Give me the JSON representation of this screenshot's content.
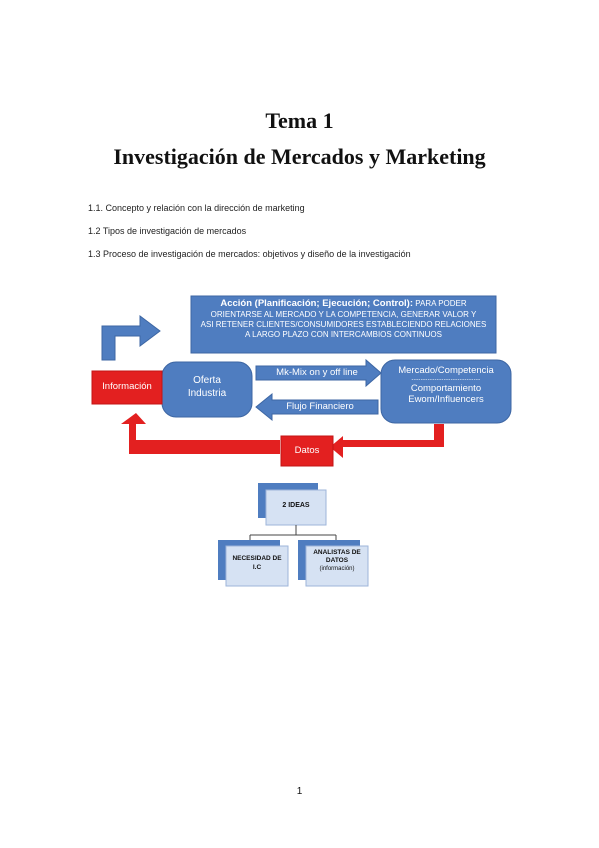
{
  "header": {
    "title_line1": "Tema 1",
    "title_line2": "Investigación de Mercados y Marketing"
  },
  "toc": {
    "items": [
      "1.1. Concepto y relación con la dirección de marketing",
      "1.2 Tipos de investigación de mercados",
      "1.3 Proceso de investigación de mercados: objetivos y diseño de la investigación"
    ]
  },
  "diagram": {
    "accion_title": "Acción (Planificación; Ejecución; Control):",
    "accion_lines": [
      "PARA PODER",
      "ORIENTARSE AL MERCADO Y LA COMPETENCIA, GENERAR VALOR Y",
      "ASI RETENER CLIENTES/CONSUMIDORES ESTABLECIENDO RELACIONES",
      "A LARGO PLAZO CON INTERCAMBIOS CONTINUOS"
    ],
    "informacion": "Información",
    "oferta_lines": [
      "Oferta",
      "Industria"
    ],
    "mkmix": "Mk-Mix on y off line",
    "flujo": "Flujo Financiero",
    "mercado_title": "Mercado/Competencia",
    "mercado_separator": "------------------------------",
    "mercado_lines": [
      "Comportamiento",
      "Ewom/Influencers"
    ],
    "datos": "Datos",
    "ideas": "2 IDEAS",
    "necesidad_lines": [
      "NECESIDAD DE",
      "I.C"
    ],
    "analistas_lines": [
      "ANALISTAS DE",
      "DATOS"
    ],
    "analistas_note": "(información)",
    "colors": {
      "blue": "#4f7dc0",
      "blue_border": "#3d66a3",
      "red": "#e32020",
      "light_blue": "#d6e2f3"
    }
  },
  "footer": {
    "page_number": "1"
  }
}
